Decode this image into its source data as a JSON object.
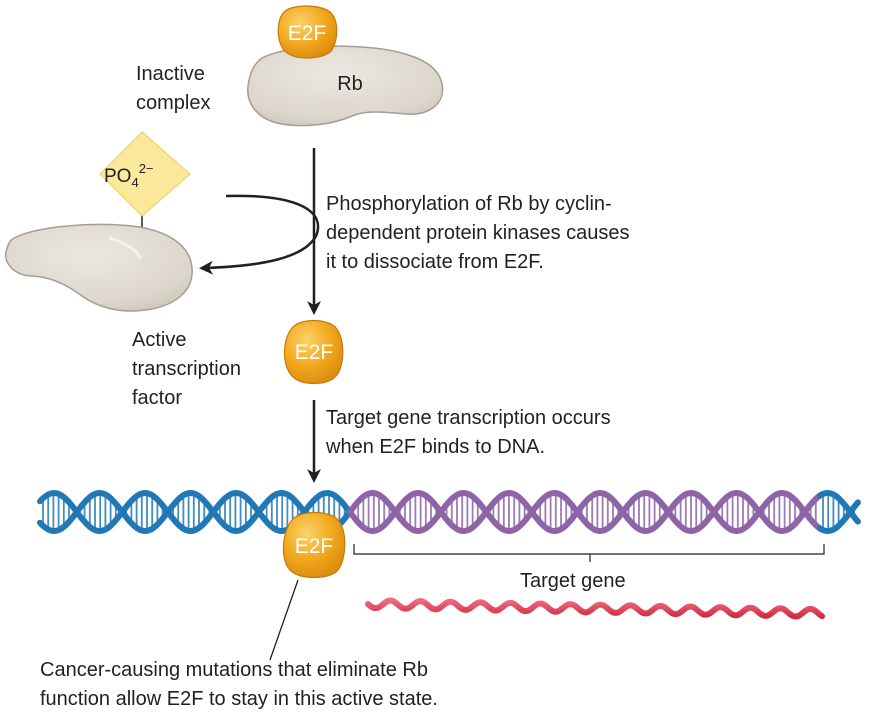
{
  "labels": {
    "e2f": "E2F",
    "rb": "Rb",
    "phosphate": "PO",
    "phosphate_sub": "4",
    "phosphate_sup": "2−",
    "inactive_complex": [
      "Inactive",
      "complex"
    ],
    "phosphorylation_note": [
      "Phosphorylation of Rb by cyclin-",
      "dependent protein kinases causes",
      "it to dissociate from E2F."
    ],
    "active_factor": [
      "Active",
      "transcription",
      "factor"
    ],
    "transcription_note": [
      "Target gene transcription occurs",
      "when E2F binds to DNA."
    ],
    "target_gene": "Target gene",
    "cancer_note": [
      "Cancer-causing mutations that eliminate Rb",
      "function allow E2F to stay in this active state."
    ]
  },
  "colors": {
    "protein_fill": "#dcd6cc",
    "protein_stroke": "#a59d91",
    "e2f_fill": "#f2a81d",
    "e2f_stroke": "#c77a08",
    "phosphate_fill": "#fbe89a",
    "dna_blue": "#2178b6",
    "dna_purple": "#8d64a8",
    "mrna_red": "#e2445a",
    "arrow": "#231f20"
  }
}
